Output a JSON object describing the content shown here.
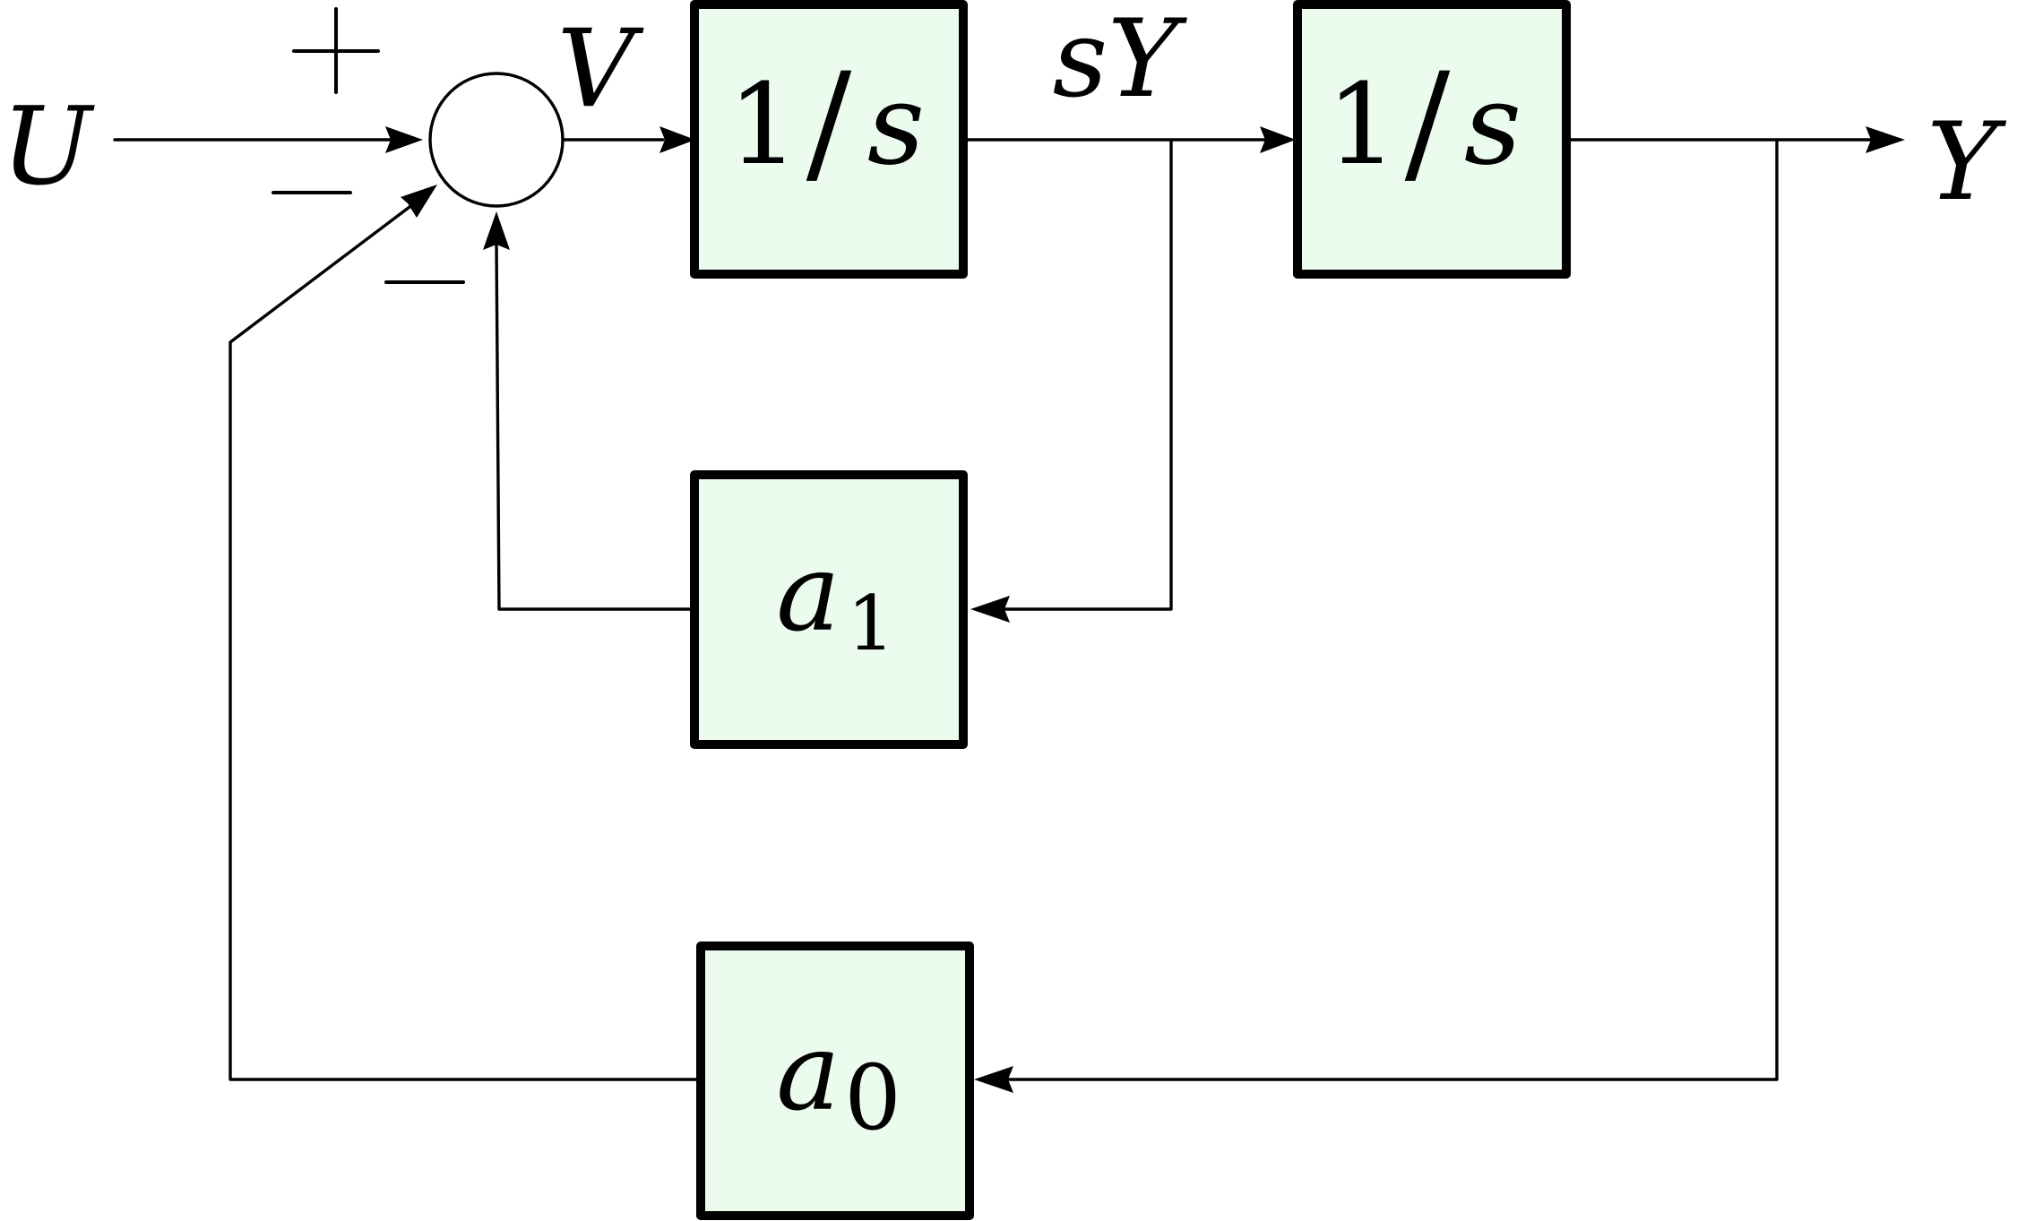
{
  "colors": {
    "block_fill": "#ebfcef",
    "line": "#000000",
    "background": "#ffffff"
  },
  "signals": {
    "input": "U",
    "sum_output": "V",
    "intermediate": "sY",
    "output": "Y"
  },
  "summing_junction": {
    "signs": {
      "top": "+",
      "left_lower": "−",
      "bottom": "−"
    }
  },
  "blocks": {
    "integrator_1": {
      "numerator": "1",
      "slash": "/",
      "variable": "s"
    },
    "integrator_2": {
      "numerator": "1",
      "slash": "/",
      "variable": "s"
    },
    "gain_a1": {
      "symbol": "a",
      "subscript": "1"
    },
    "gain_a0": {
      "symbol": "a",
      "subscript": "0"
    }
  }
}
